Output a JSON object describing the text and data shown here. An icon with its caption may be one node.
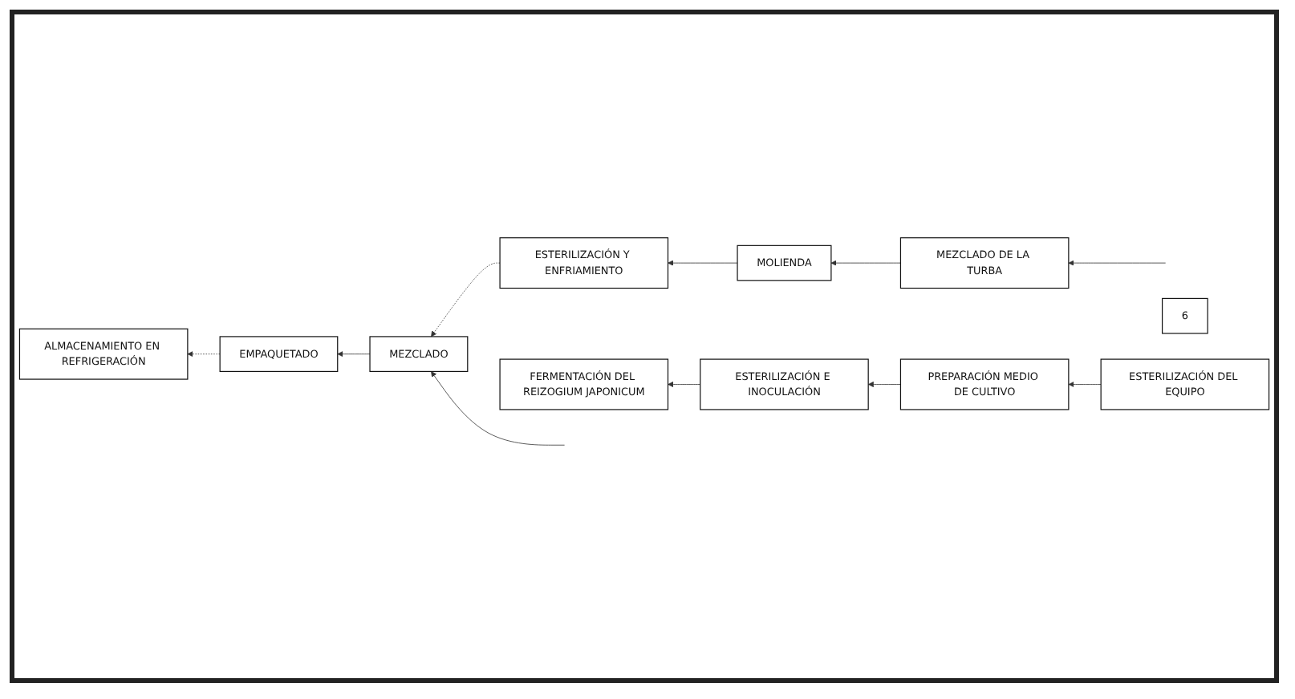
{
  "diagram": {
    "nodes": [
      {
        "text": [
          "ESTERILIZACIÓN Y ENFRIAMIENTO"
        ]
      },
      {
        "text": [
          "MOLIENDA"
        ]
      },
      {
        "text": [
          "MEZCLADO DE LA TURBA"
        ]
      },
      {
        "text": [
          "MEZCLADO"
        ]
      },
      {
        "text": [
          "EMPAQUETADO"
        ]
      },
      {
        "text": [
          "ALMACENAMIENTO EN REFRIGERACIÓN"
        ]
      },
      {
        "text": [
          "FERMENTACIÓN DEL REIZOGIUM JAPONICUM"
        ]
      },
      {
        "text": [
          "ESTERILIZACIÓN E INOCULACIÓN"
        ]
      },
      {
        "text": [
          "PREPARACIÓN MEDIO DE CULTIVO"
        ]
      },
      {
        "text": [
          "ESTERILIZACIÓN DEL EQUIPO"
        ]
      },
      {
        "text": [
          "6"
        ]
      }
    ],
    "edges": [
      {
        "from": null,
        "to": 2,
        "arrow": "to"
      },
      {
        "from": 2,
        "to": 1,
        "arrow": "to"
      },
      {
        "from": 1,
        "to": 0,
        "arrow": "to"
      },
      {
        "from": 0,
        "to": 3,
        "arrow": "to",
        "style": "dashed"
      },
      {
        "from": null,
        "to": 3,
        "arrow": "to"
      },
      {
        "from": 3,
        "to": 4,
        "arrow": "to"
      },
      {
        "from": 4,
        "to": 5,
        "arrow": "to",
        "style": "dashed"
      },
      {
        "from": 9,
        "to": 8,
        "arrow": "to"
      },
      {
        "from": 8,
        "to": 7,
        "arrow": "to"
      },
      {
        "from": 7,
        "to": 6,
        "arrow": "to"
      }
    ]
  }
}
